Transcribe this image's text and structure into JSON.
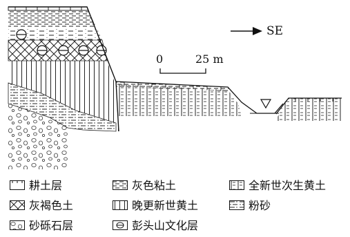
{
  "direction_label": "SE",
  "scale": {
    "start": "0",
    "end": "25 m"
  },
  "legend": [
    {
      "key": "plow-soil",
      "label": "耕土层",
      "pattern": "plow"
    },
    {
      "key": "gray-clay",
      "label": "灰色粘土",
      "pattern": "graydash"
    },
    {
      "key": "holocene-loess",
      "label": "全新世次生黄土",
      "pattern": "holocene"
    },
    {
      "key": "gray-brown-soil",
      "label": "灰褐色土",
      "pattern": "cross"
    },
    {
      "key": "late-pleistocene-loess",
      "label": "晚更新世黄土",
      "pattern": "vertical"
    },
    {
      "key": "silt",
      "label": "粉砂",
      "pattern": "silt"
    },
    {
      "key": "gravel",
      "label": "砂砾石层",
      "pattern": "gravel"
    },
    {
      "key": "pengtoushan-culture",
      "label": "彭头山文化层",
      "pattern": "culture"
    }
  ]
}
